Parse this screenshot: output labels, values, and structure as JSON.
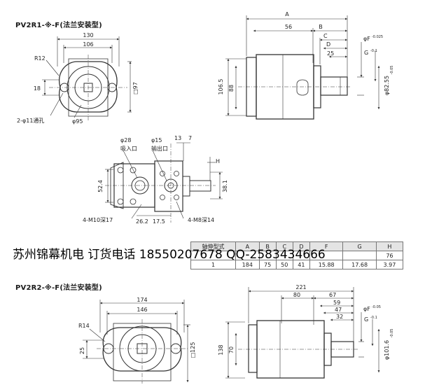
{
  "headers": {
    "top": "PV2R1-※-F(法兰安装型)",
    "bottom": "PV2R2-※-F(法兰安装型)"
  },
  "banner": "苏州锦幕机电 订货电话 18550207678 QQ-2583434666",
  "dims_top_front": {
    "w130": "130",
    "w106": "106",
    "r12": "R12",
    "v18": "18",
    "holes": "2-φ11通孔",
    "d95": "φ95",
    "sq97": "□97"
  },
  "dims_top_side": {
    "a": "A",
    "v56": "56",
    "b": "B",
    "c": "C",
    "d": "D",
    "v25": "25",
    "f": "φF",
    "f_tol": "-0.025",
    "g": "G",
    "g_tol": "-0.1",
    "d82": "φ82.55",
    "d82_tol": "-0.05",
    "v106": "106.5",
    "v88": "88"
  },
  "dims_port": {
    "d28": "φ28",
    "in_label": "吸入口",
    "d15": "φ15",
    "out_label": "输出口",
    "v13": "13",
    "v7": "7",
    "h": "H",
    "v524": "52.4",
    "v381": "38.1",
    "m10": "4-M10深17",
    "v262": "26.2",
    "v175": "17.5",
    "m8": "4-M8深14"
  },
  "table": {
    "head": [
      "轴伸型式",
      "A",
      "B",
      "C",
      "D",
      "F",
      "G",
      "H"
    ],
    "rows": [
      [
        "1",
        "184",
        "75",
        "50",
        "41",
        "15.88",
        "17.68",
        "3.97"
      ]
    ],
    "partial_row": [
      "",
      "",
      "",
      "",
      "",
      "",
      "",
      "76"
    ]
  },
  "dims_bot_front": {
    "w174": "174",
    "w146": "146",
    "r14": "R14",
    "v25": "25",
    "sq125": "□125"
  },
  "dims_bot_side": {
    "v221": "221",
    "v80": "80",
    "v67": "67",
    "v59": "59",
    "v47": "47",
    "v32": "32",
    "f": "φF",
    "f_tol": "-0.05",
    "g": "G",
    "g_tol": "-0.1",
    "d1016": "φ101.6",
    "d1016_tol": "-0.05",
    "v138": "138",
    "v70": "70"
  }
}
